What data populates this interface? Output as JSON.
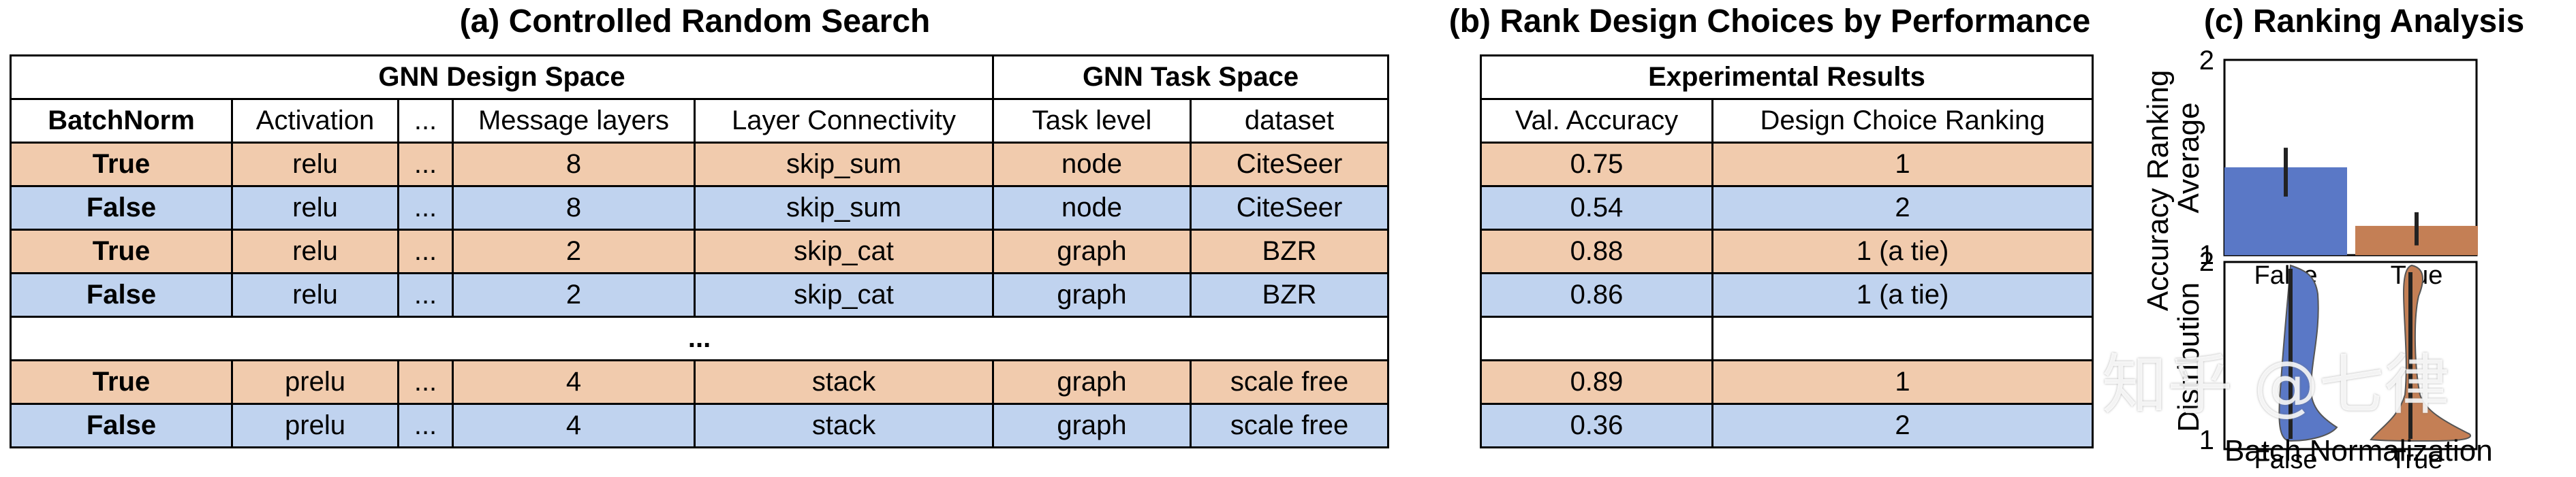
{
  "panels": {
    "a_title": "(a) Controlled Random Search",
    "b_title": "(b) Rank Design Choices by Performance",
    "c_title": "(c) Ranking Analysis"
  },
  "table_a": {
    "group_headers": [
      "GNN Design Space",
      "GNN Task Space"
    ],
    "columns": [
      "BatchNorm",
      "Activation",
      "...",
      "Message layers",
      "Layer Connectivity",
      "Task level",
      "dataset"
    ],
    "rows": [
      {
        "style": "orange",
        "cells": [
          "True",
          "relu",
          "...",
          "8",
          "skip_sum",
          "node",
          "CiteSeer"
        ]
      },
      {
        "style": "blue",
        "cells": [
          "False",
          "relu",
          "...",
          "8",
          "skip_sum",
          "node",
          "CiteSeer"
        ]
      },
      {
        "style": "orange",
        "cells": [
          "True",
          "relu",
          "...",
          "2",
          "skip_cat",
          "graph",
          "BZR"
        ]
      },
      {
        "style": "blue",
        "cells": [
          "False",
          "relu",
          "...",
          "2",
          "skip_cat",
          "graph",
          "BZR"
        ]
      },
      {
        "style": "gap",
        "cells": [
          "..."
        ]
      },
      {
        "style": "orange",
        "cells": [
          "True",
          "prelu",
          "...",
          "4",
          "stack",
          "graph",
          "scale free"
        ]
      },
      {
        "style": "blue",
        "cells": [
          "False",
          "prelu",
          "...",
          "4",
          "stack",
          "graph",
          "scale free"
        ]
      }
    ]
  },
  "table_b": {
    "group_header": "Experimental Results",
    "columns": [
      "Val. Accuracy",
      "Design Choice Ranking"
    ],
    "rows": [
      {
        "style": "orange",
        "cells": [
          "0.75",
          "1"
        ]
      },
      {
        "style": "blue",
        "cells": [
          "0.54",
          "2"
        ]
      },
      {
        "style": "orange",
        "cells": [
          "0.88",
          "1 (a tie)"
        ]
      },
      {
        "style": "blue",
        "cells": [
          "0.86",
          "1 (a tie)"
        ]
      },
      {
        "style": "gap",
        "cells": [
          "",
          ""
        ]
      },
      {
        "style": "orange",
        "cells": [
          "0.89",
          "1"
        ]
      },
      {
        "style": "blue",
        "cells": [
          "0.36",
          "2"
        ]
      }
    ]
  },
  "chart_data": [
    {
      "type": "bar",
      "categories": [
        "False",
        "True"
      ],
      "values": [
        1.45,
        1.15
      ],
      "error": [
        [
          1.3,
          1.55
        ],
        [
          1.05,
          1.22
        ]
      ],
      "ylabel": "Average",
      "ylabel2": "Accuracy Ranking",
      "ylim": [
        1,
        2
      ],
      "yticks": [
        "1",
        "2"
      ],
      "colors": [
        "#5a78c6",
        "#c47f55"
      ]
    },
    {
      "type": "violin",
      "categories": [
        "False",
        "True"
      ],
      "ylabel": "Distribution",
      "ylim": [
        1,
        2
      ],
      "yticks": [
        "1",
        "2"
      ],
      "xlabel": "Batch Normalization",
      "colors": [
        "#5a78c6",
        "#c47f55"
      ]
    }
  ],
  "watermark": "知乎 @七律"
}
